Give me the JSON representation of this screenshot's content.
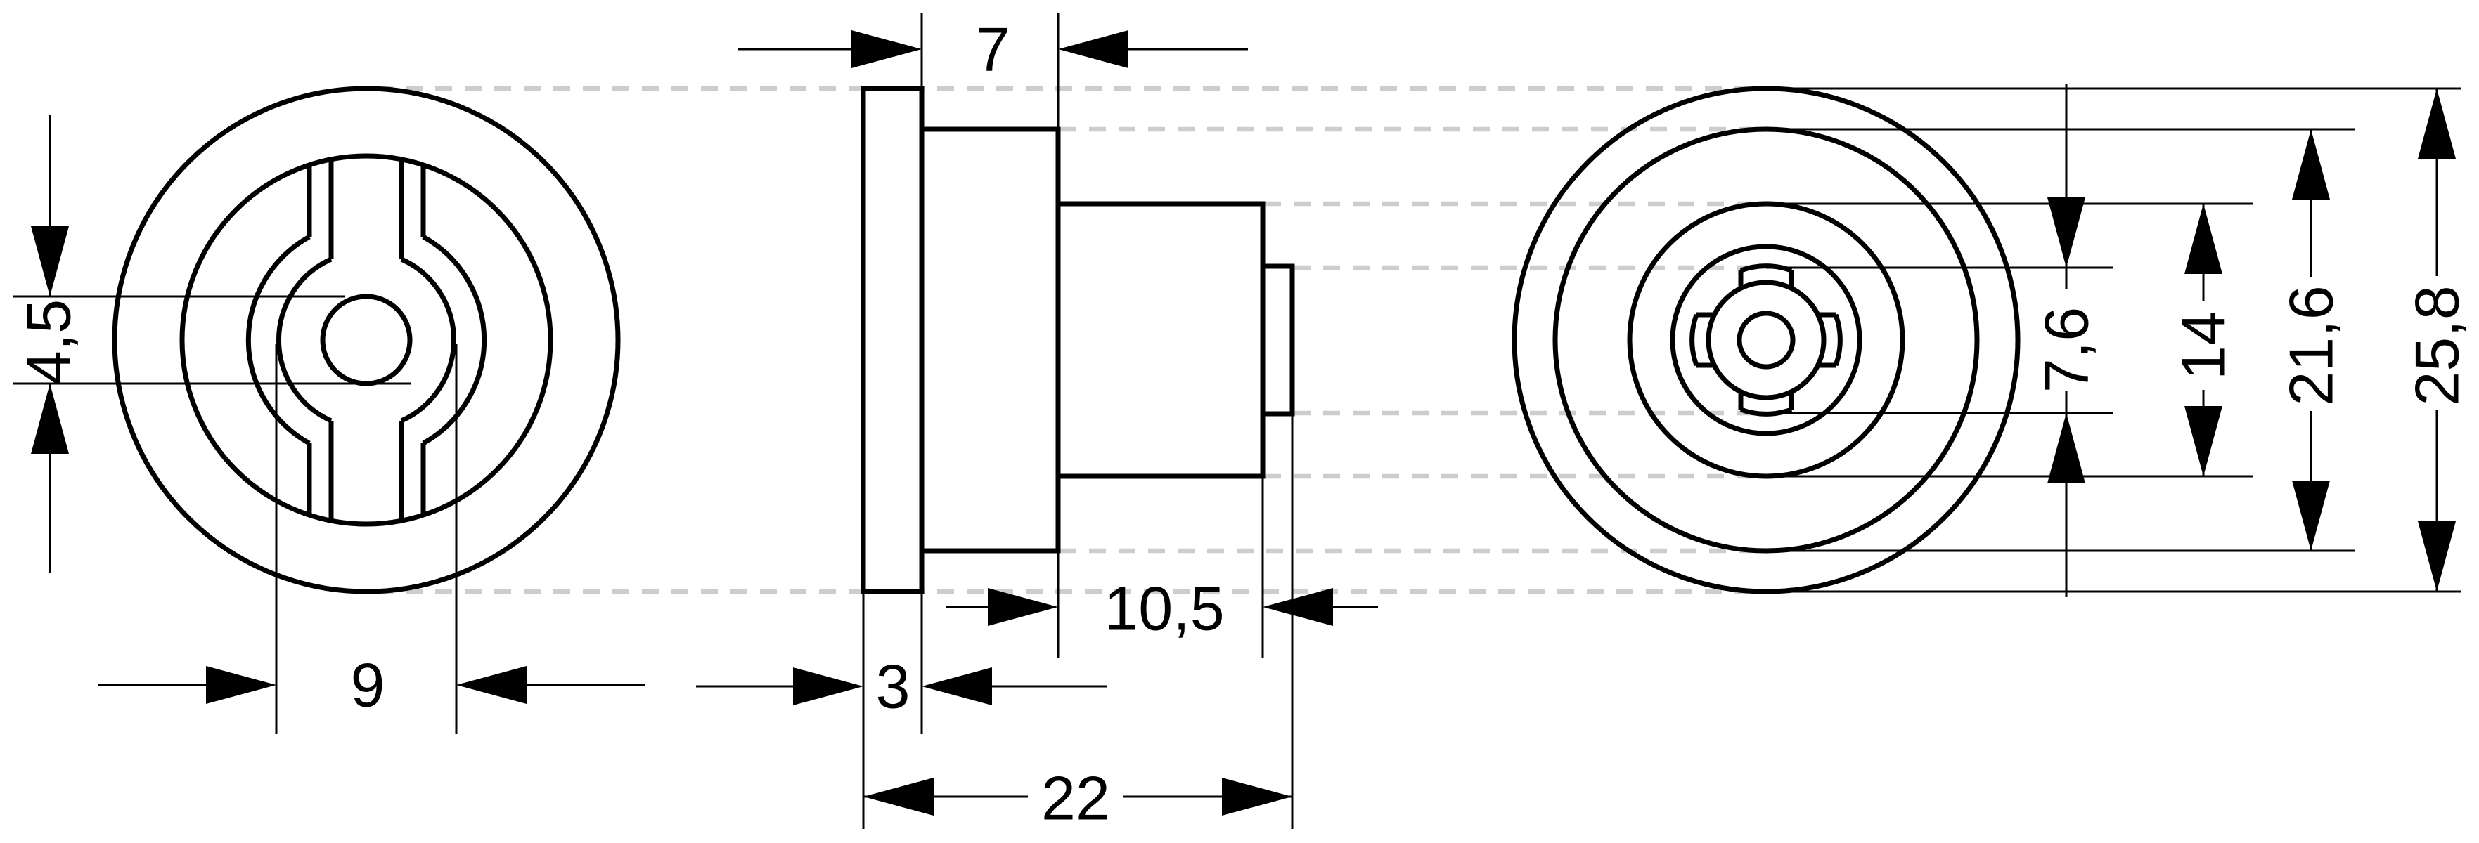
{
  "drawing": {
    "type": "technical-drawing",
    "part": "round furniture roller / flanged bushing, three orthographic views",
    "units_style": "millimetres, decimal comma",
    "colors": {
      "line": "#000000",
      "dashed_projection": "#cdcdcd",
      "background": "#ffffff"
    },
    "dims": {
      "front_hole_diameter": "4,5",
      "front_slot_width": "9",
      "collar_length": "7",
      "flange_thickness": "3",
      "body_length": "10,5",
      "total_length": "22",
      "rear_hub_diameter": "7,6",
      "rear_body_diameter": "14",
      "rear_collar_diameter": "21,6",
      "rear_flange_diameter": "25,8"
    }
  }
}
